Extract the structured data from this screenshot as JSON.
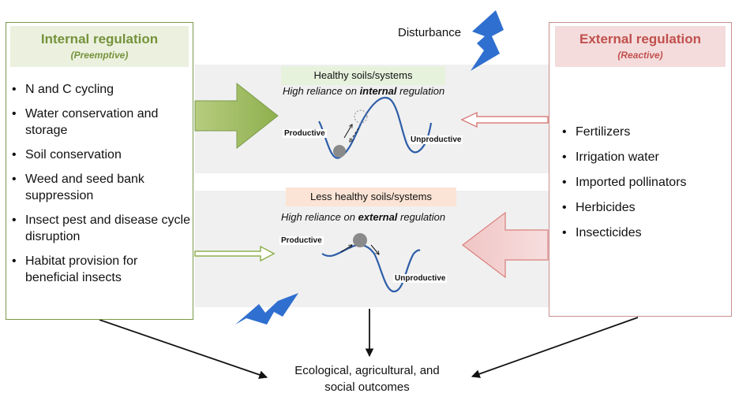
{
  "internal": {
    "title": "Internal regulation",
    "subtitle": "(Preemptive)",
    "items": [
      "N and C cycling",
      "Water conservation and storage",
      "Soil conservation",
      "Weed and seed bank suppression",
      "Insect pest and disease cycle disruption",
      "Habitat provision for beneficial insects"
    ]
  },
  "external": {
    "title": "External regulation",
    "subtitle": "(Reactive)",
    "items": [
      "Fertilizers",
      "Irrigation water",
      "Imported pollinators",
      "Herbicides",
      "Insecticides"
    ]
  },
  "disturbance_label": "Disturbance",
  "healthy": {
    "label": "Healthy soils/systems",
    "reliance_prefix": "High reliance on ",
    "reliance_keyword": "internal",
    "reliance_suffix": " regulation",
    "productive": "Productive",
    "unproductive": "Unproductive"
  },
  "less_healthy": {
    "label": "Less healthy soils/systems",
    "reliance_prefix": "High reliance on ",
    "reliance_keyword": "external",
    "reliance_suffix": " regulation",
    "productive": "Productive",
    "unproductive": "Unproductive"
  },
  "outcome": {
    "line1": "Ecological, agricultural, and",
    "line2": "social outcomes"
  },
  "colors": {
    "green_border": "#7a9a4a",
    "green_title": "#76923c",
    "red_border": "#c98d8d",
    "red_title": "#c0504d",
    "lightning": "#2f6fcf",
    "curve": "#2e5ea8"
  }
}
